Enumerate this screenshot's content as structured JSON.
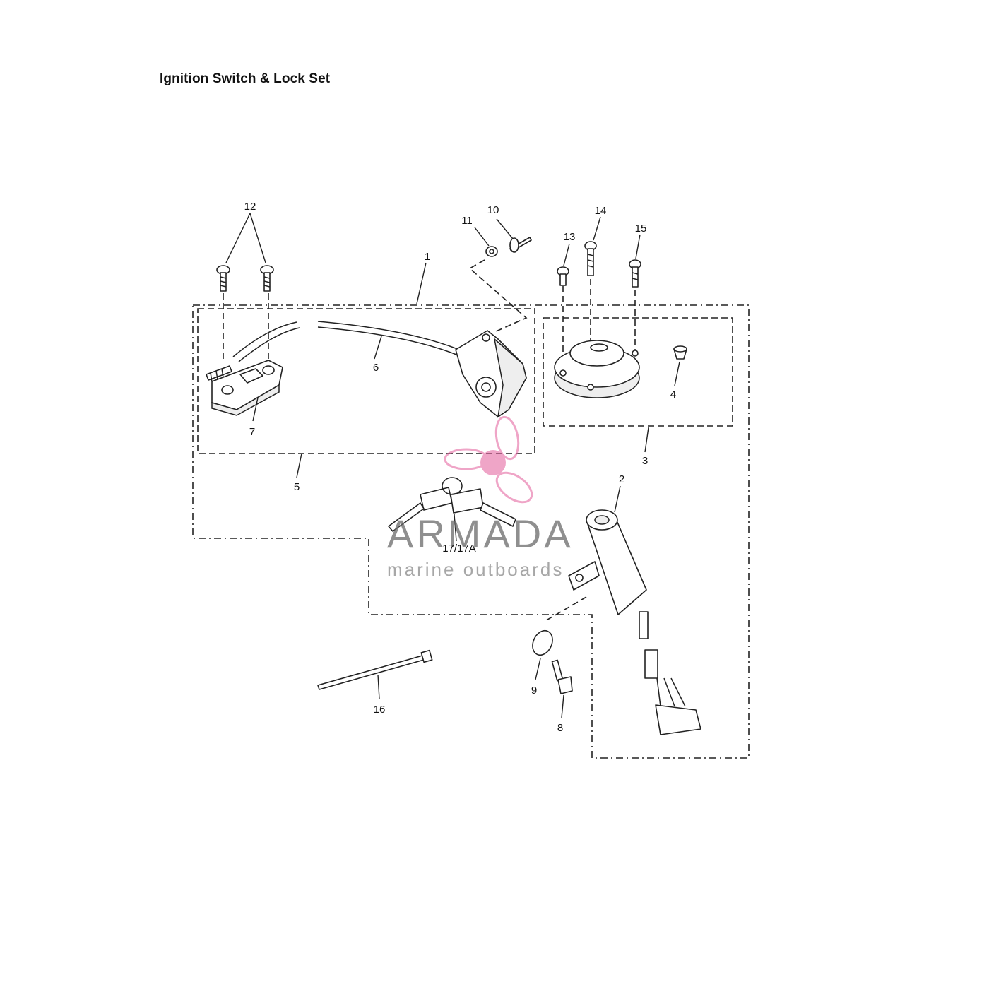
{
  "title": "Ignition Switch & Lock Set",
  "callouts": {
    "c1": "1",
    "c2": "2",
    "c3": "3",
    "c4": "4",
    "c5": "5",
    "c6": "6",
    "c7": "7",
    "c8": "8",
    "c9": "9",
    "c10": "10",
    "c11": "11",
    "c12": "12",
    "c13": "13",
    "c14": "14",
    "c15": "15",
    "c16": "16",
    "c17": "17/17A"
  },
  "watermark": {
    "brand": "ARMADA",
    "tagline": "marine outboards",
    "accent_color": "#e35d9b"
  }
}
